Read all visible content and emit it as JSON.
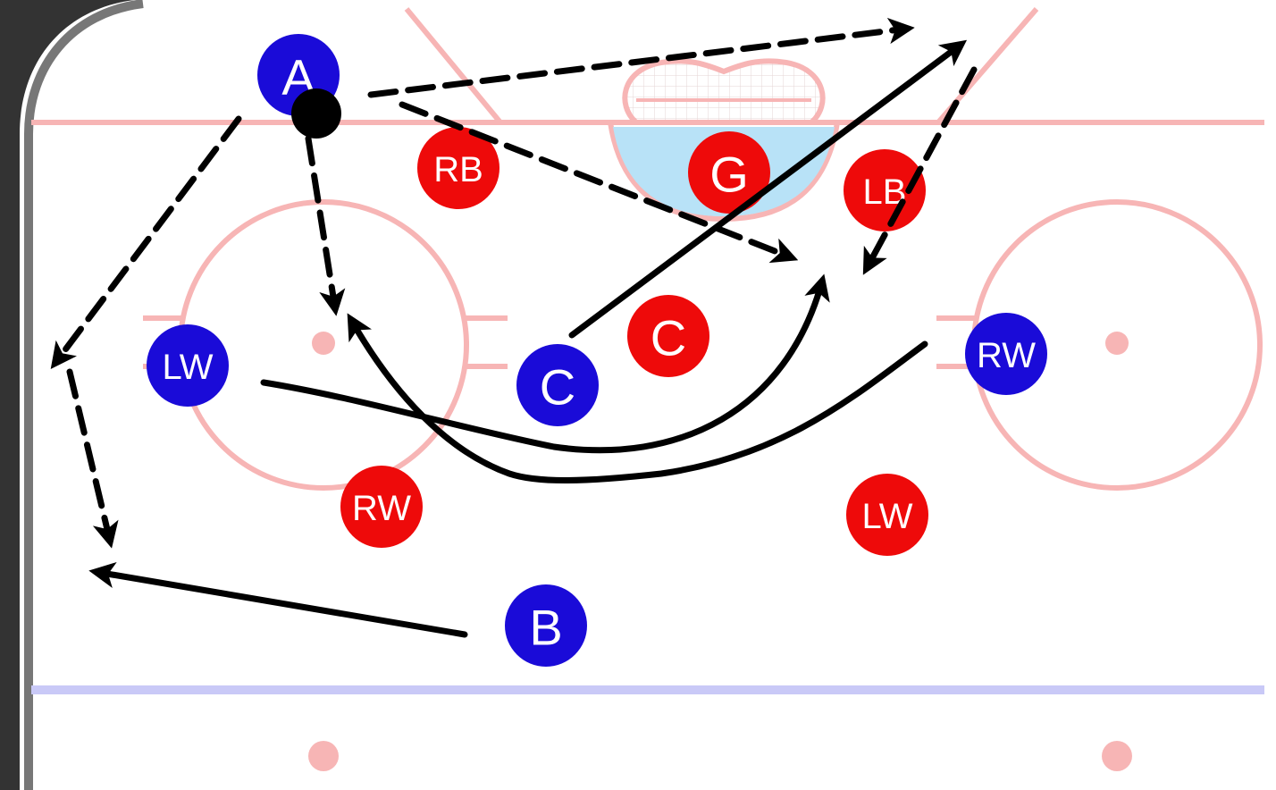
{
  "colors": {
    "offense": "#1a0bd8",
    "defense": "#ee0a0a",
    "rink_lines": "#f7b5b5",
    "blue_line": "#c9c9f7",
    "crease": "#b8e2f7",
    "board": "#333333",
    "path": "#000000"
  },
  "players": {
    "offense_a": "A",
    "offense_b": "B",
    "offense_c": "C",
    "offense_lw": "LW",
    "offense_rw": "RW",
    "defense_rb": "RB",
    "defense_lb": "LB",
    "defense_g": "G",
    "defense_c": "C",
    "defense_rw": "RW",
    "defense_lw": "LW"
  },
  "icons": {
    "puck": "puck-icon"
  }
}
